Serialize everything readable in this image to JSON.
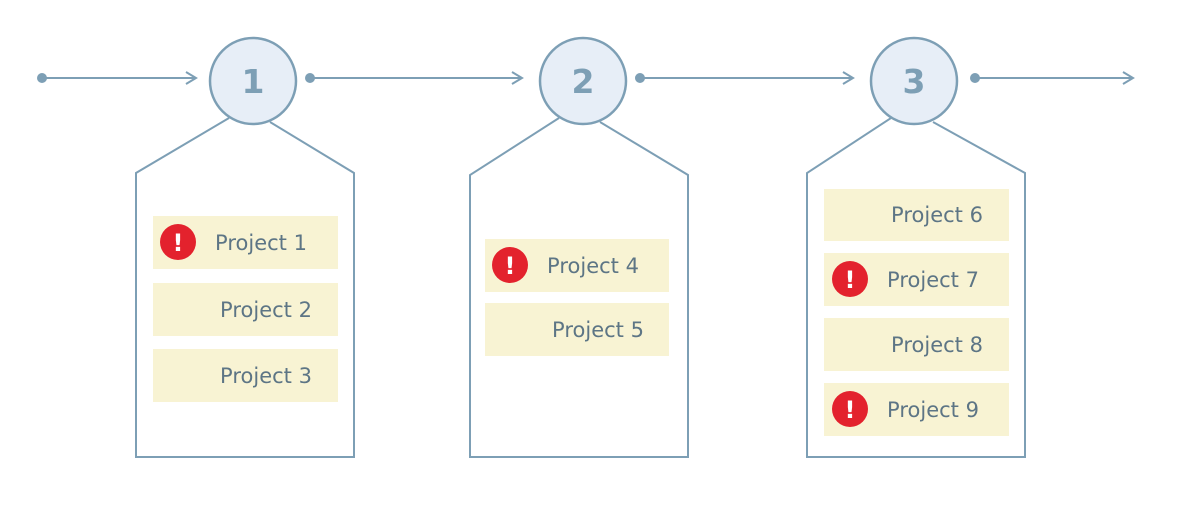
{
  "steps": [
    {
      "number": "1",
      "items": [
        {
          "label": "Project 1",
          "alert": true
        },
        {
          "label": "Project 2",
          "alert": false
        },
        {
          "label": "Project 3",
          "alert": false
        }
      ]
    },
    {
      "number": "2",
      "items": [
        {
          "label": "Project 4",
          "alert": true
        },
        {
          "label": "Project 5",
          "alert": false
        }
      ]
    },
    {
      "number": "3",
      "items": [
        {
          "label": "Project 6",
          "alert": false
        },
        {
          "label": "Project 7",
          "alert": true
        },
        {
          "label": "Project 8",
          "alert": false
        },
        {
          "label": "Project 9",
          "alert": true
        }
      ]
    }
  ],
  "alert_symbol": "!",
  "alert_icon": "exclamation-alert-icon",
  "colors": {
    "line": "#7d9fb5",
    "circle_fill": "#e7eef7",
    "item_fill": "#f8f3d3",
    "alert": "#e3222d",
    "text": "#5d7585"
  }
}
